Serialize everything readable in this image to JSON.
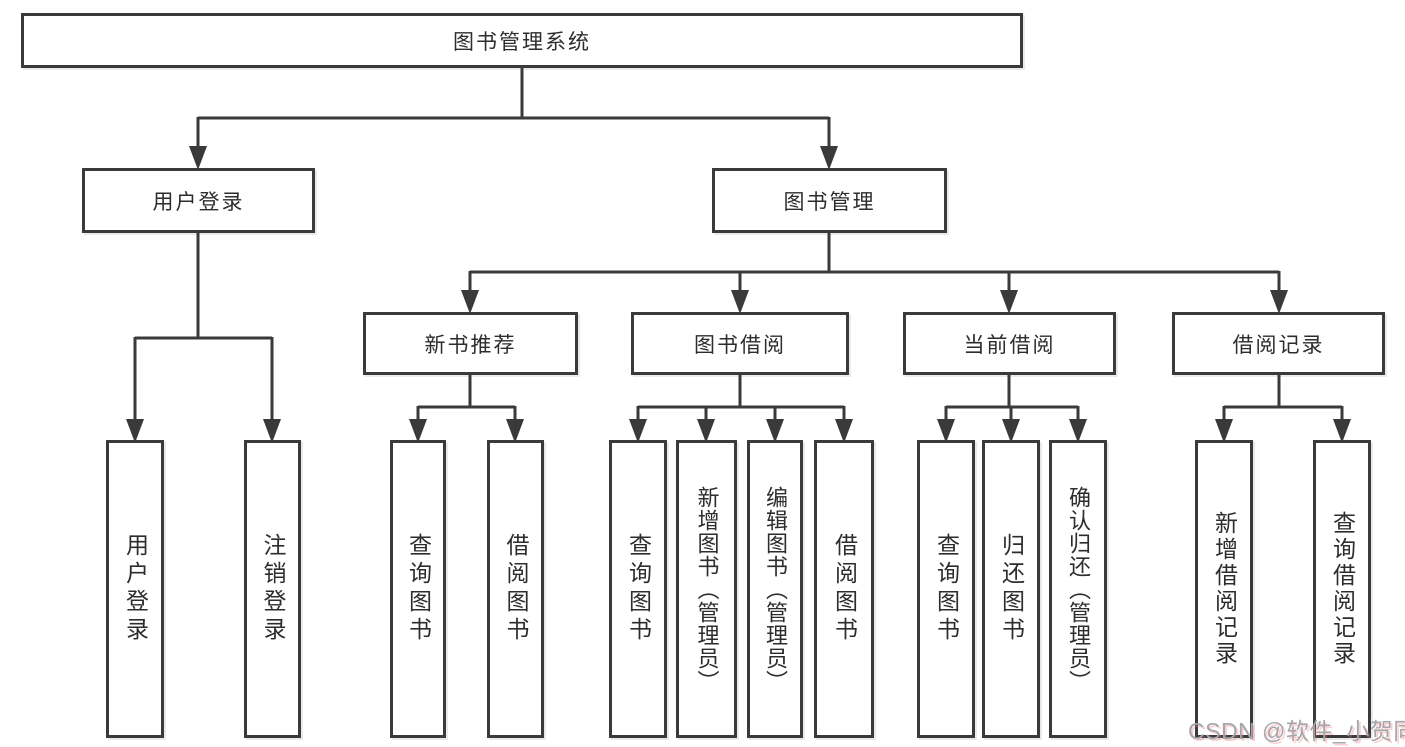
{
  "colors": {
    "line": "#3a3a3a",
    "text": "#2d2d2d",
    "background": "#ffffff",
    "watermark_text": "#a2a7ad"
  },
  "root": {
    "label": "图书管理系统"
  },
  "level2": {
    "user_login": "用户登录",
    "book_management": "图书管理"
  },
  "level3": {
    "new_book_recommend": "新书推荐",
    "book_borrow": "图书借阅",
    "current_borrow": "当前借阅",
    "borrow_records": "借阅记录"
  },
  "leaves": {
    "user_login": "用户登录",
    "logout": "注销登录",
    "rec_query_books": "查询图书",
    "rec_borrow_books": "借阅图书",
    "borrow_query_books": "查询图书",
    "borrow_add_books": "新增图书（管理员）",
    "borrow_edit_books": "编辑图书（管理员）",
    "borrow_borrow_books": "借阅图书",
    "current_query_books": "查询图书",
    "current_return_books": "归还图书",
    "current_confirm_return": "确认归还（管理员）",
    "records_add_record": "新增借阅记录",
    "records_query_record": "查询借阅记录"
  },
  "watermark": "CSDN @软件_小贺同学"
}
